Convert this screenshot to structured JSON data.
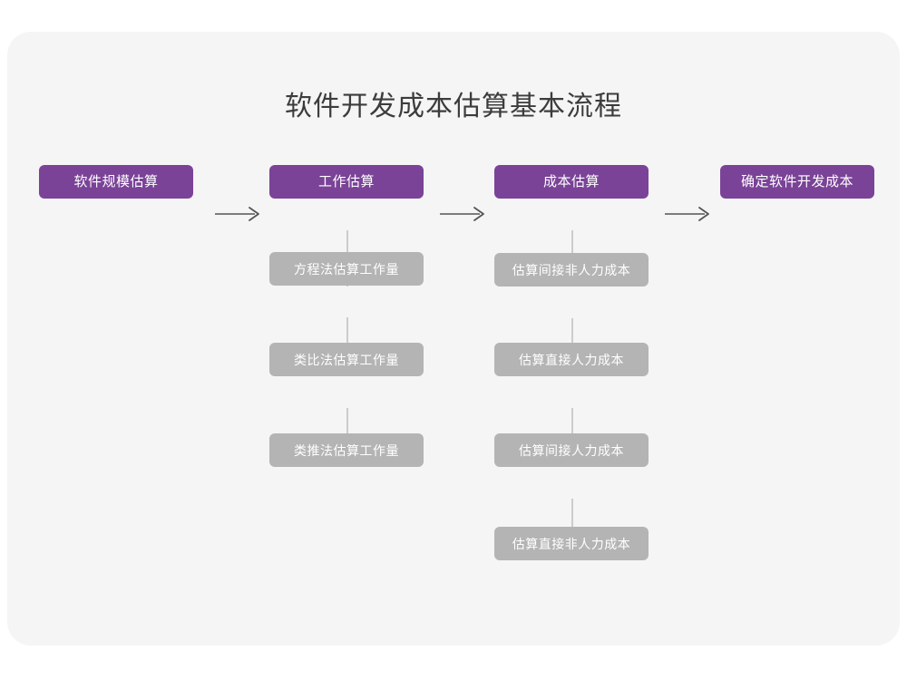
{
  "card": {
    "title": "软件开发成本估算基本流程",
    "background_color": "#f5f5f5",
    "page_background_color": "#ffffff"
  },
  "colors": {
    "primary_node": "#7a4397",
    "secondary_node": "#b4b4b4",
    "node_text": "#ffffff",
    "title_text": "#3c3c3c",
    "connector_line": "#cccccc",
    "arrow": "#555555"
  },
  "chart_data": {
    "type": "diagram",
    "title": "软件开发成本估算基本流程",
    "layout": "left-to-right main flow with vertical sub-step branches",
    "main_flow": [
      {
        "id": "step-1",
        "label": "软件规模估算",
        "style": "primary",
        "sub_steps": []
      },
      {
        "id": "step-2",
        "label": "工作估算",
        "style": "primary",
        "sub_steps": [
          "方程法估算工作量",
          "类比法估算工作量",
          "类推法估算工作量"
        ]
      },
      {
        "id": "step-3",
        "label": "成本估算",
        "style": "primary",
        "sub_steps": [
          "估算间接非人力成本",
          "估算直接人力成本",
          "估算间接人力成本",
          "估算直接非人力成本"
        ]
      },
      {
        "id": "step-4",
        "label": "确定软件开发成本",
        "style": "primary",
        "sub_steps": []
      }
    ],
    "connectors": [
      {
        "from": "step-1",
        "to": "step-2",
        "kind": "arrow-right"
      },
      {
        "from": "step-2",
        "to": "step-3",
        "kind": "arrow-right"
      },
      {
        "from": "step-3",
        "to": "step-4",
        "kind": "arrow-right"
      },
      {
        "from": "step-2",
        "to": "step-2.sub_steps",
        "kind": "vertical-line"
      },
      {
        "from": "step-3",
        "to": "step-3.sub_steps",
        "kind": "vertical-line"
      }
    ]
  }
}
